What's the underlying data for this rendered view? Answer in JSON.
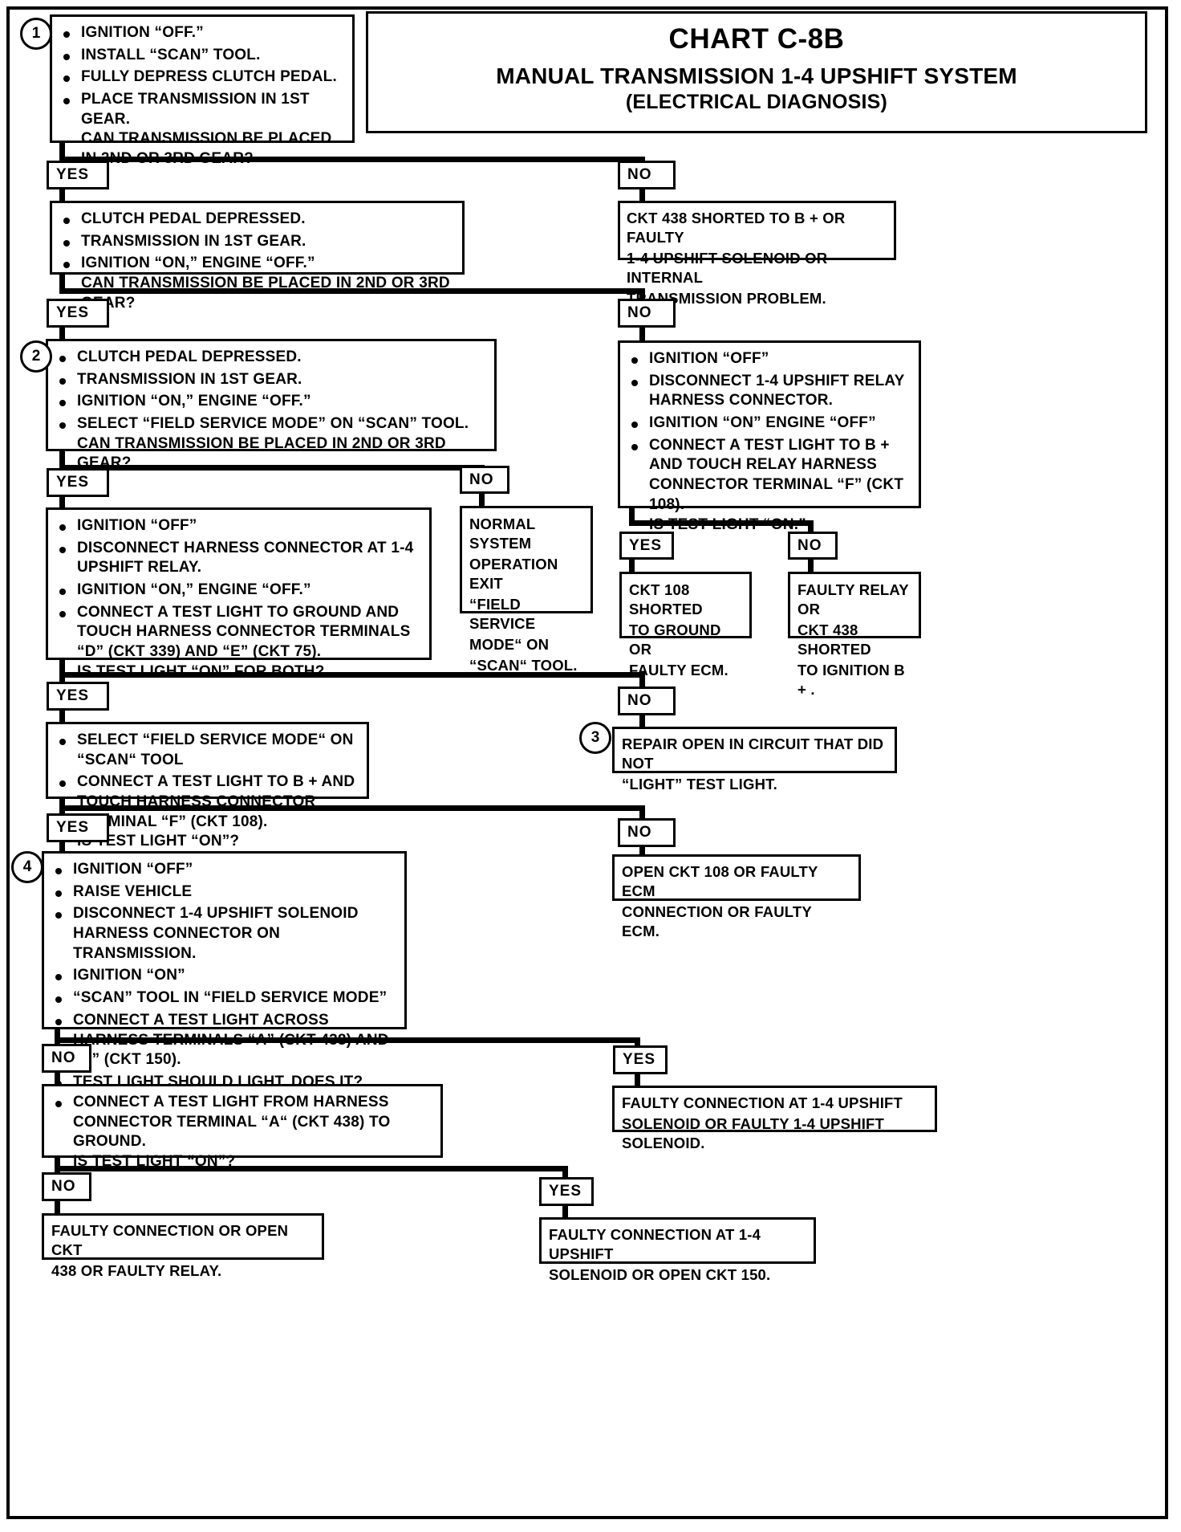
{
  "title": {
    "chart_id": "CHART C-8B",
    "system": "MANUAL TRANSMISSION 1-4 UPSHIFT SYSTEM",
    "subtitle": "(ELECTRICAL DIAGNOSIS)"
  },
  "labels": {
    "yes": "YES",
    "no": "NO"
  },
  "steps": {
    "one": "1",
    "two": "2",
    "three": "3",
    "four": "4"
  },
  "nodes": {
    "step1": {
      "items": [
        "IGNITION “OFF.”",
        "INSTALL “SCAN” TOOL.",
        "FULLY DEPRESS CLUTCH PEDAL.",
        "PLACE TRANSMISSION IN 1ST GEAR."
      ],
      "question": "CAN TRANSMISSION BE PLACED IN 2ND OR 3RD GEAR?"
    },
    "ckt438_shorted": {
      "lines": [
        "CKT 438 SHORTED TO B + OR FAULTY",
        "1-4 UPSHIFT SOLENOID OR INTERNAL",
        "TRANSMISSION PROBLEM."
      ]
    },
    "step1b": {
      "items": [
        "CLUTCH PEDAL DEPRESSED.",
        "TRANSMISSION IN 1ST GEAR.",
        "IGNITION “ON,” ENGINE “OFF.”"
      ],
      "question": "CAN TRANSMISSION BE PLACED IN 2ND OR 3RD GEAR?"
    },
    "step2": {
      "items": [
        "CLUTCH PEDAL DEPRESSED.",
        "TRANSMISSION IN 1ST GEAR.",
        "IGNITION “ON,” ENGINE “OFF.”",
        "SELECT “FIELD SERVICE MODE” ON “SCAN” TOOL."
      ],
      "question": "CAN TRANSMISSION BE PLACED IN 2ND OR 3RD GEAR?"
    },
    "relay_test": {
      "items": [
        "IGNITION “OFF”",
        "DISCONNECT 1-4 UPSHIFT RELAY HARNESS CONNECTOR.",
        "IGNITION “ON” ENGINE “OFF”",
        "CONNECT A TEST LIGHT TO B + AND TOUCH RELAY HARNESS CONNECTOR TERMINAL “F” (CKT 108)."
      ],
      "question": "IS TEST LIGHT “ON.”"
    },
    "normal_operation": {
      "lines": [
        "NORMAL SYSTEM",
        "OPERATION   EXIT",
        "“FIELD SERVICE",
        "MODE“ ON",
        "“SCAN“ TOOL."
      ]
    },
    "harness_test": {
      "items": [
        "IGNITION “OFF”",
        "DISCONNECT HARNESS CONNECTOR AT 1-4 UPSHIFT RELAY.",
        "IGNITION “ON,” ENGINE “OFF.”",
        "CONNECT A TEST LIGHT TO GROUND AND TOUCH HARNESS CONNECTOR TERMINALS “D” (CKT 339) AND “E” (CKT 75)."
      ],
      "question": "IS TEST LIGHT “ON” FOR BOTH?"
    },
    "ckt108_shorted": {
      "lines": [
        "CKT 108 SHORTED",
        "TO GROUND OR",
        "FAULTY ECM."
      ]
    },
    "faulty_relay": {
      "lines": [
        "FAULTY RELAY OR",
        "CKT 438 SHORTED",
        "TO IGNITION B + ."
      ]
    },
    "field_service_test": {
      "items": [
        "SELECT “FIELD SERVICE MODE“ ON “SCAN“ TOOL",
        "CONNECT A TEST LIGHT TO B + AND TOUCH HARNESS CONNECTOR TERMINAL “F” (CKT 108)."
      ],
      "question": "IS TEST LIGHT “ON”?"
    },
    "repair_open": {
      "lines": [
        "REPAIR OPEN IN CIRCUIT THAT DID NOT",
        "“LIGHT” TEST LIGHT."
      ]
    },
    "open_ckt108": {
      "lines": [
        "OPEN CKT 108 OR FAULTY ECM",
        "CONNECTION OR FAULTY ECM."
      ]
    },
    "step4": {
      "items": [
        "IGNITION “OFF”",
        "RAISE VEHICLE",
        "DISCONNECT 1-4 UPSHIFT SOLENOID HARNESS CONNECTOR ON TRANSMISSION.",
        "IGNITION “ON”",
        "“SCAN” TOOL IN “FIELD SERVICE MODE”",
        "CONNECT A TEST LIGHT ACROSS HARNESS TERMINALS “A” (CKT 438) AND “B” (CKT 150).",
        "TEST LIGHT SHOULD LIGHT.  DOES IT?"
      ]
    },
    "faulty_conn_solenoid": {
      "lines": [
        "FAULTY CONNECTION AT 1-4 UPSHIFT",
        "SOLENOID OR FAULTY 1-4 UPSHIFT SOLENOID."
      ]
    },
    "ground_test": {
      "items": [
        "CONNECT A TEST LIGHT FROM HARNESS CONNECTOR TERMINAL “A“ (CKT 438) TO GROUND."
      ],
      "question": "IS TEST LIGHT “ON”?"
    },
    "faulty_conn_open438": {
      "lines": [
        "FAULTY CONNECTION OR OPEN CKT",
        "438 OR FAULTY RELAY."
      ]
    },
    "faulty_conn_open150": {
      "lines": [
        "FAULTY CONNECTION AT 1-4 UPSHIFT",
        "SOLENOID OR OPEN CKT 150."
      ]
    }
  }
}
